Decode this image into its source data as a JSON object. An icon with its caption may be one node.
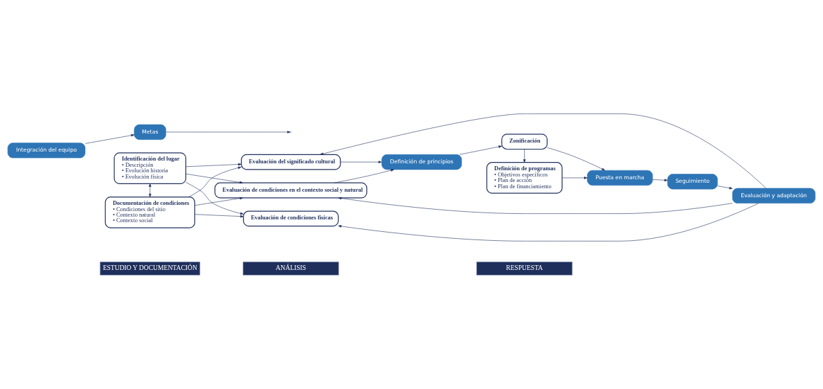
{
  "diagram": {
    "nodes": [
      {
        "text": [
          "ESTUDIO Y DOCUMENTACIÓN"
        ]
      },
      {
        "text": [
          "ANÁLISIS"
        ]
      },
      {
        "text": [
          "RESPUESTA"
        ]
      },
      {
        "text": [
          "Identificación del lugar",
          "• Descripción",
          "• Evolución historia",
          "• Evolución física"
        ]
      },
      {
        "text": [
          "Integración del equipo"
        ]
      },
      {
        "text": [
          "Metas"
        ]
      },
      {
        "text": [
          "Documentación de condiciones",
          "• Condiciones del sitio",
          "• Contexto natural",
          "• Contexto social"
        ]
      },
      {
        "text": [
          "Evaluación del significado cultural"
        ]
      },
      {
        "text": [
          "Evaluación de condiciones físicas"
        ]
      },
      {
        "text": [
          "Evaluación de condiciones en el contexto social y natural"
        ]
      },
      {
        "text": [
          "Definición de principios"
        ]
      },
      {
        "text": [
          "Zonificación"
        ]
      },
      {
        "text": [
          "Definición de programas",
          "• Objetivos específicos",
          "• Plan de acción",
          "• Plan de financiamiento"
        ]
      },
      {
        "text": [
          "Puesta en marcha"
        ]
      },
      {
        "text": [
          "Seguimiento"
        ]
      },
      {
        "text": [
          "Evaluación y adaptación"
        ]
      }
    ],
    "edges": [
      {
        "from": 3,
        "to": 6,
        "arrow": "both"
      },
      {
        "from": 4,
        "to": 5,
        "arrow": "to"
      },
      {
        "from": 5,
        "to": null,
        "arrow": "to"
      },
      {
        "from": 3,
        "to": 7,
        "arrow": "to"
      },
      {
        "from": 3,
        "to": 8,
        "arrow": "to"
      },
      {
        "from": 3,
        "to": 9,
        "arrow": "to"
      },
      {
        "from": 6,
        "to": 7,
        "arrow": "to"
      },
      {
        "from": 6,
        "to": 8,
        "arrow": "to"
      },
      {
        "from": 6,
        "to": 9,
        "arrow": "to"
      },
      {
        "from": 7,
        "to": 10,
        "arrow": "to"
      },
      {
        "from": 9,
        "to": 10,
        "arrow": "to"
      },
      {
        "from": 10,
        "to": 11,
        "arrow": "to"
      },
      {
        "from": 11,
        "to": 12,
        "arrow": "to"
      },
      {
        "from": 11,
        "to": 13,
        "arrow": "to"
      },
      {
        "from": 12,
        "to": 13,
        "arrow": "to"
      },
      {
        "from": 13,
        "to": 14,
        "arrow": "to"
      },
      {
        "from": 14,
        "to": 15,
        "arrow": "to"
      },
      {
        "from": 15,
        "to": 7,
        "arrow": "to"
      },
      {
        "from": 15,
        "to": 8,
        "arrow": "to"
      },
      {
        "from": 15,
        "to": 9,
        "arrow": "to"
      }
    ]
  }
}
